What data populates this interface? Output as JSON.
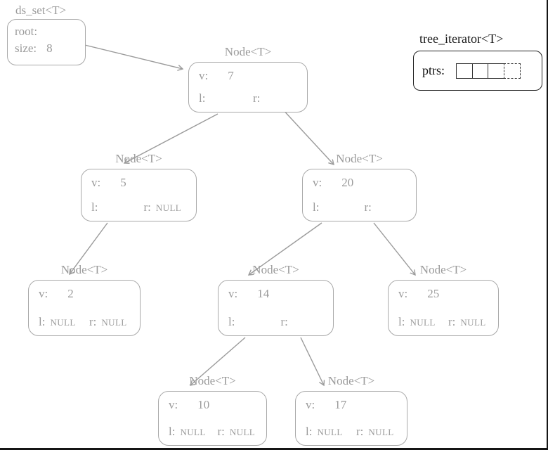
{
  "colors": {
    "diagram_gray": "#9b9b9b",
    "iterator_black": "#1a1a1a"
  },
  "ds_set": {
    "title": "ds_set<T>",
    "root_label": "root:",
    "size_label": "size:",
    "size_value": "8"
  },
  "iterator": {
    "title": "tree_iterator<T>",
    "ptrs_label": "ptrs:",
    "cell_count": 4
  },
  "nodes": [
    {
      "title": "Node<T>",
      "v_label": "v:",
      "value": "7",
      "l_label": "l:",
      "l_value": "",
      "r_label": "r:",
      "r_value": ""
    },
    {
      "title": "Node<T>",
      "v_label": "v:",
      "value": "5",
      "l_label": "l:",
      "l_value": "",
      "r_label": "r:",
      "r_value": "NULL"
    },
    {
      "title": "Node<T>",
      "v_label": "v:",
      "value": "20",
      "l_label": "l:",
      "l_value": "",
      "r_label": "r:",
      "r_value": ""
    },
    {
      "title": "Node<T>",
      "v_label": "v:",
      "value": "2",
      "l_label": "l:",
      "l_value": "NULL",
      "r_label": "r:",
      "r_value": "NULL"
    },
    {
      "title": "Node<T>",
      "v_label": "v:",
      "value": "14",
      "l_label": "l:",
      "l_value": "",
      "r_label": "r:",
      "r_value": ""
    },
    {
      "title": "Node<T>",
      "v_label": "v:",
      "value": "25",
      "l_label": "l:",
      "l_value": "NULL",
      "r_label": "r:",
      "r_value": "NULL"
    },
    {
      "title": "Node<T>",
      "v_label": "v:",
      "value": "10",
      "l_label": "l:",
      "l_value": "NULL",
      "r_label": "r:",
      "r_value": "NULL"
    },
    {
      "title": "Node<T>",
      "v_label": "v:",
      "value": "17",
      "l_label": "l:",
      "l_value": "NULL",
      "r_label": "r:",
      "r_value": "NULL"
    }
  ]
}
